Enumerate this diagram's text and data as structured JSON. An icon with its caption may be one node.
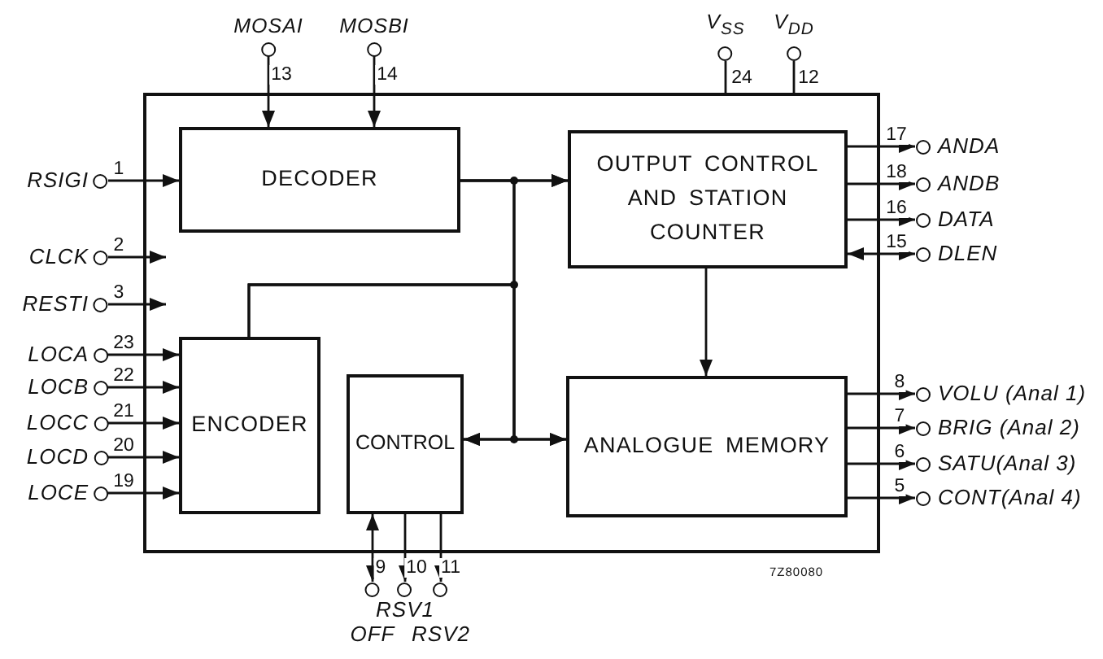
{
  "diagram": {
    "nodes": [
      {
        "text": [],
        "shape": "box"
      },
      {
        "text": [
          "DECODER"
        ],
        "in": 0
      },
      {
        "text": [
          "OUTPUT CONTROL AND STATION COUNTER"
        ],
        "in": 0
      },
      {
        "text": [
          "ENCODER"
        ],
        "in": 0
      },
      {
        "text": [
          "CONTROL"
        ],
        "in": 0
      },
      {
        "text": [
          "ANALOGUE MEMORY"
        ],
        "in": 0
      },
      {
        "text": [
          "MOSAI"
        ]
      },
      {
        "text": [
          "MOSBI"
        ]
      },
      {
        "text": [
          "V$_{SS}$"
        ]
      },
      {
        "text": [
          "V$_{DD}$"
        ]
      },
      {
        "text": [
          "RSIGI"
        ]
      },
      {
        "text": [
          "CLCK"
        ]
      },
      {
        "text": [
          "RESTI"
        ]
      },
      {
        "text": [
          "LOCA"
        ]
      },
      {
        "text": [
          "LOCB"
        ]
      },
      {
        "text": [
          "LOCC"
        ]
      },
      {
        "text": [
          "LOCD"
        ]
      },
      {
        "text": [
          "LOCE"
        ]
      },
      {
        "text": [
          "ANDA"
        ]
      },
      {
        "text": [
          "ANDB"
        ]
      },
      {
        "text": [
          "DATA"
        ]
      },
      {
        "text": [
          "DLEN"
        ]
      },
      {
        "text": [
          "VOLU (Anal 1)"
        ]
      },
      {
        "text": [
          "BRIG (Anal 2)"
        ]
      },
      {
        "text": [
          "SATU(Anal 3)"
        ]
      },
      {
        "text": [
          "CONT(Anal 4)"
        ]
      },
      {
        "text": [
          "OFF"
        ]
      },
      {
        "text": [
          "RSV1"
        ]
      },
      {
        "text": [
          "RSV2"
        ]
      }
    ],
    "edges": [
      {
        "from": 6,
        "to": 1,
        "arrow": "to",
        "label": "13"
      },
      {
        "from": 7,
        "to": 1,
        "arrow": "to",
        "label": "14"
      },
      {
        "from": 8,
        "to": 0,
        "arrow": "none",
        "label": "24"
      },
      {
        "from": 9,
        "to": 0,
        "arrow": "none",
        "label": "12"
      },
      {
        "from": 10,
        "to": 1,
        "arrow": "to",
        "label": "1"
      },
      {
        "from": 11,
        "to": 0,
        "arrow": "to",
        "label": "2"
      },
      {
        "from": 12,
        "to": 0,
        "arrow": "to",
        "label": "3"
      },
      {
        "from": 13,
        "to": 3,
        "arrow": "to",
        "label": "23"
      },
      {
        "from": 14,
        "to": 3,
        "arrow": "to",
        "label": "22"
      },
      {
        "from": 15,
        "to": 3,
        "arrow": "to",
        "label": "21"
      },
      {
        "from": 16,
        "to": 3,
        "arrow": "to",
        "label": "20"
      },
      {
        "from": 17,
        "to": 3,
        "arrow": "to",
        "label": "19"
      },
      {
        "from": 1,
        "to": 2,
        "arrow": "to"
      },
      {
        "from": 1,
        "to": 4,
        "arrow": "to"
      },
      {
        "from": 1,
        "to": 5,
        "arrow": "to"
      },
      {
        "from": 3,
        "to": 2,
        "arrow": "to"
      },
      {
        "from": 3,
        "to": 4,
        "arrow": "to"
      },
      {
        "from": 3,
        "to": 5,
        "arrow": "to"
      },
      {
        "from": 2,
        "to": 5,
        "arrow": "to"
      },
      {
        "from": 2,
        "to": 18,
        "arrow": "to",
        "label": "17"
      },
      {
        "from": 2,
        "to": 19,
        "arrow": "to",
        "label": "18"
      },
      {
        "from": 2,
        "to": 20,
        "arrow": "to",
        "label": "16"
      },
      {
        "from": 2,
        "to": 21,
        "arrow": "both",
        "label": "15"
      },
      {
        "from": 5,
        "to": 22,
        "arrow": "to",
        "label": "8"
      },
      {
        "from": 5,
        "to": 23,
        "arrow": "to",
        "label": "7"
      },
      {
        "from": 5,
        "to": 24,
        "arrow": "to",
        "label": "6"
      },
      {
        "from": 5,
        "to": 25,
        "arrow": "to",
        "label": "5"
      },
      {
        "from": 4,
        "to": 26,
        "arrow": "both",
        "label": "9"
      },
      {
        "from": 4,
        "to": 27,
        "arrow": "to",
        "label": "10"
      },
      {
        "from": 4,
        "to": 28,
        "arrow": "to",
        "label": "11"
      }
    ],
    "labels": [
      "7Z80080"
    ]
  }
}
